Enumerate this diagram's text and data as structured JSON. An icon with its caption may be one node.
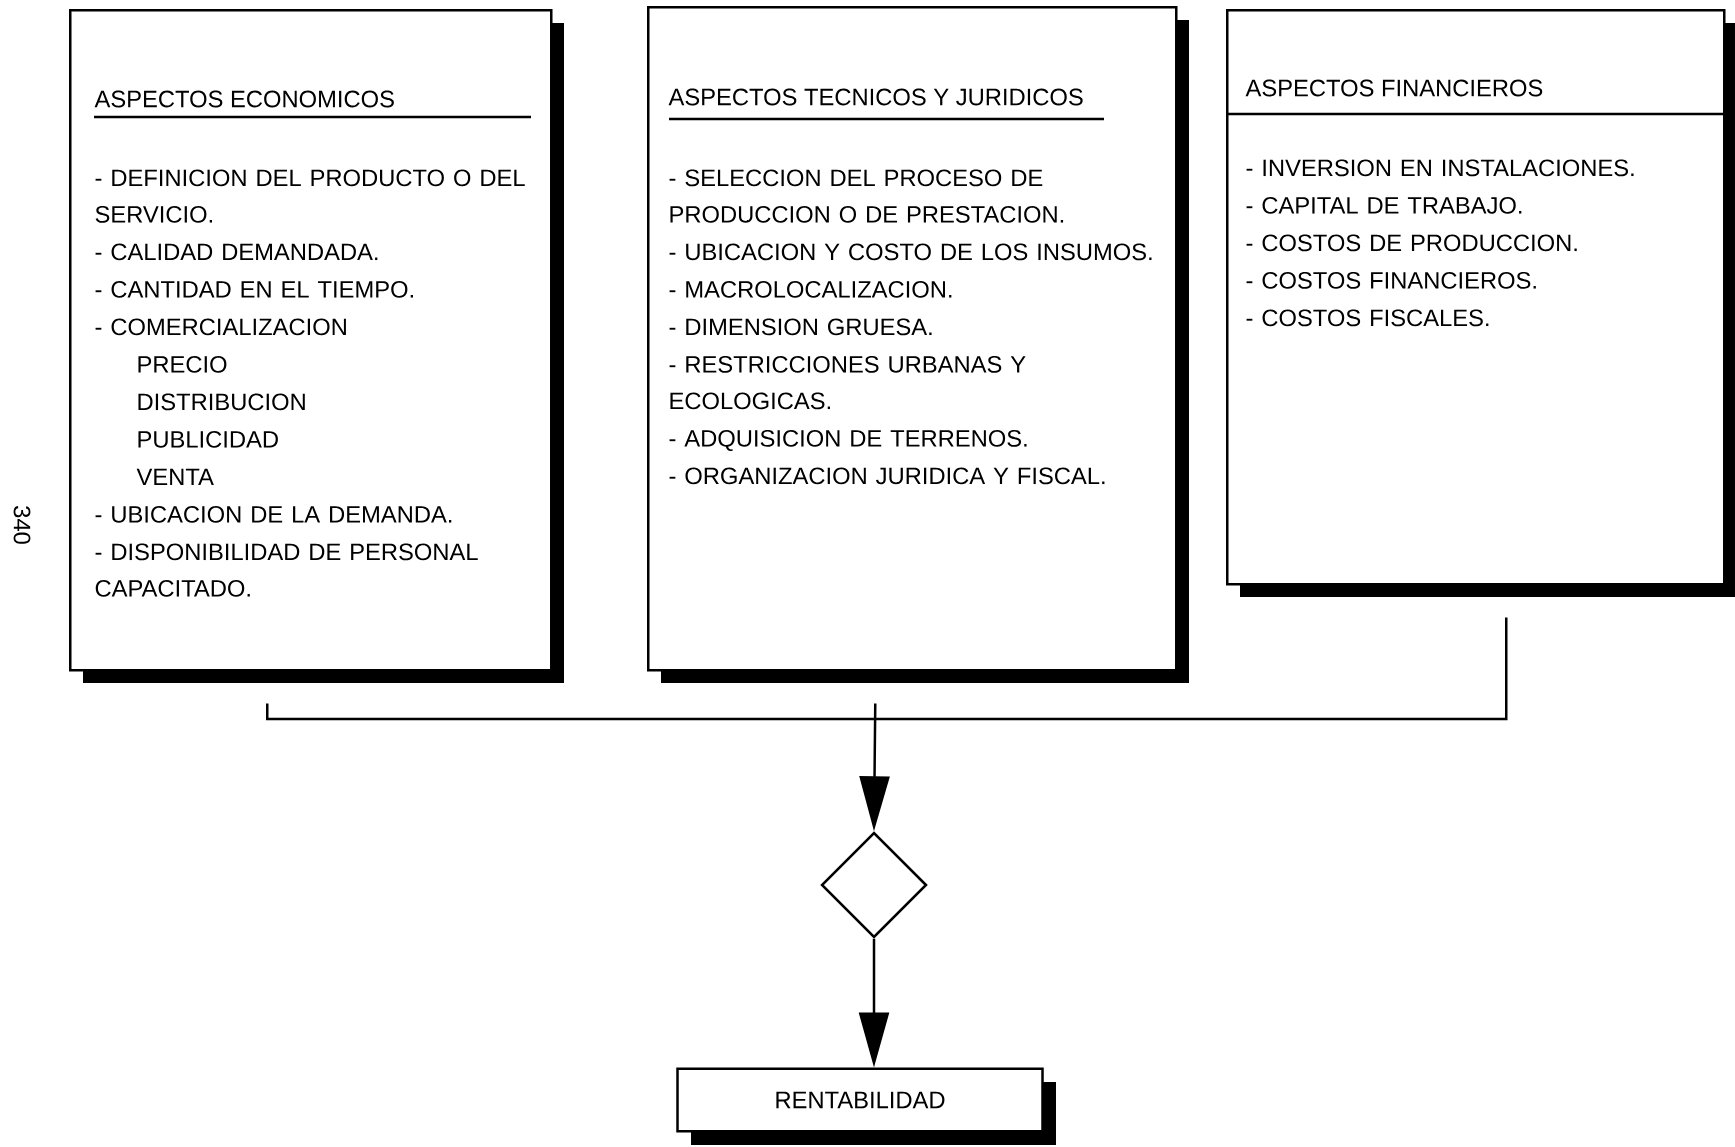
{
  "diagram": {
    "nodes": [
      {
        "text": [
          "ASPECTOS ECONOMICOS",
          "- DEFINICION DEL PRODUCTO O DEL SERVICIO.",
          "- CALIDAD DEMANDADA.",
          "- CANTIDAD EN EL TIEMPO.",
          "- COMERCIALIZACION",
          "PRECIO",
          "DISTRIBUCION",
          "PUBLICIDAD",
          "VENTA",
          "- UBICACION DE LA DEMANDA.",
          "- DISPONIBILIDAD DE PERSONAL CAPACITADO."
        ]
      },
      {
        "text": [
          "ASPECTOS TECNICOS Y JURIDICOS",
          "- SELECCION DEL PROCESO DE PRODUCCION O DE PRESTACION.",
          "- UBICACION Y COSTO DE LOS INSUMOS.",
          "- MACROLOCALIZACION.",
          "- DIMENSION GRUESA.",
          "- RESTRICCIONES URBANAS Y ECOLOGICAS.",
          "- ADQUISICION DE TERRENOS.",
          "- ORGANIZACION JURIDICA Y FISCAL."
        ]
      },
      {
        "text": [
          "ASPECTOS FINANCIEROS",
          "- INVERSION EN INSTALACIONES.",
          "- CAPITAL DE TRABAJO.",
          "- COSTOS DE PRODUCCION.",
          "- COSTOS FINANCIEROS.",
          "- COSTOS FISCALES."
        ]
      },
      {
        "text": [],
        "shape": "diamond"
      },
      {
        "text": [
          "RENTABILIDAD"
        ]
      }
    ],
    "edges": [
      {
        "from": 0,
        "to": 3,
        "arrow": "to"
      },
      {
        "from": 1,
        "to": 3,
        "arrow": "to"
      },
      {
        "from": 2,
        "to": 3,
        "arrow": "to"
      },
      {
        "from": 3,
        "to": 4,
        "arrow": "to"
      }
    ],
    "labels": [
      "340"
    ]
  }
}
